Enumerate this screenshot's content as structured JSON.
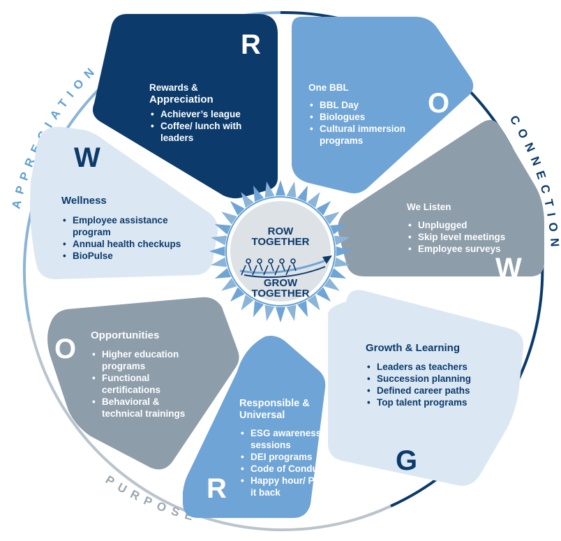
{
  "colors": {
    "navy": "#0b3a6b",
    "mid_blue": "#6fa4d6",
    "slate": "#8d9daa",
    "pale_blue": "#dbe8f3",
    "ring_light": "#8ab4d8",
    "ring_dark": "#0b3a6b",
    "ring_gray": "#b9c4cc"
  },
  "arc_labels": {
    "appreciation": "APPRECIATION",
    "connection": "CONNECTION",
    "purpose": "PURPOSE"
  },
  "center": {
    "line1": "ROW",
    "line2": "TOGETHER",
    "line3": "GROW",
    "line4": "TOGETHER",
    "icon": "rowing-team-arrow-icon"
  },
  "segments": [
    {
      "letter": "R",
      "title_lines": [
        "Rewards &",
        "Appreciation"
      ],
      "items": [
        "Achiever’s league",
        "Coffee/ lunch with leaders"
      ]
    },
    {
      "letter": "O",
      "title_lines": [
        "One BBL"
      ],
      "items": [
        "BBL Day",
        "Biologues",
        "Cultural immersion programs"
      ]
    },
    {
      "letter": "W",
      "title_lines": [
        "We Listen"
      ],
      "items": [
        "Unplugged",
        "Skip level meetings",
        "Employee surveys"
      ]
    },
    {
      "letter": "G",
      "title_lines": [
        "Growth & Learning"
      ],
      "items": [
        "Leaders as teachers",
        "Succession planning",
        "Defined career paths",
        "Top talent programs"
      ]
    },
    {
      "letter": "R",
      "title_lines": [
        "Responsible &",
        "Universal"
      ],
      "items": [
        "ESG awareness sessions",
        "DEI programs",
        "Code of Conduct",
        "Happy hour/ Pay it back"
      ]
    },
    {
      "letter": "O",
      "title_lines": [
        "Opportunities"
      ],
      "items": [
        "Higher education programs",
        "Functional certifications",
        "Behavioral & technical trainings"
      ]
    },
    {
      "letter": "W",
      "title_lines": [
        "Wellness"
      ],
      "items": [
        "Employee assistance program",
        "Annual health checkups",
        "BioPulse"
      ]
    }
  ]
}
